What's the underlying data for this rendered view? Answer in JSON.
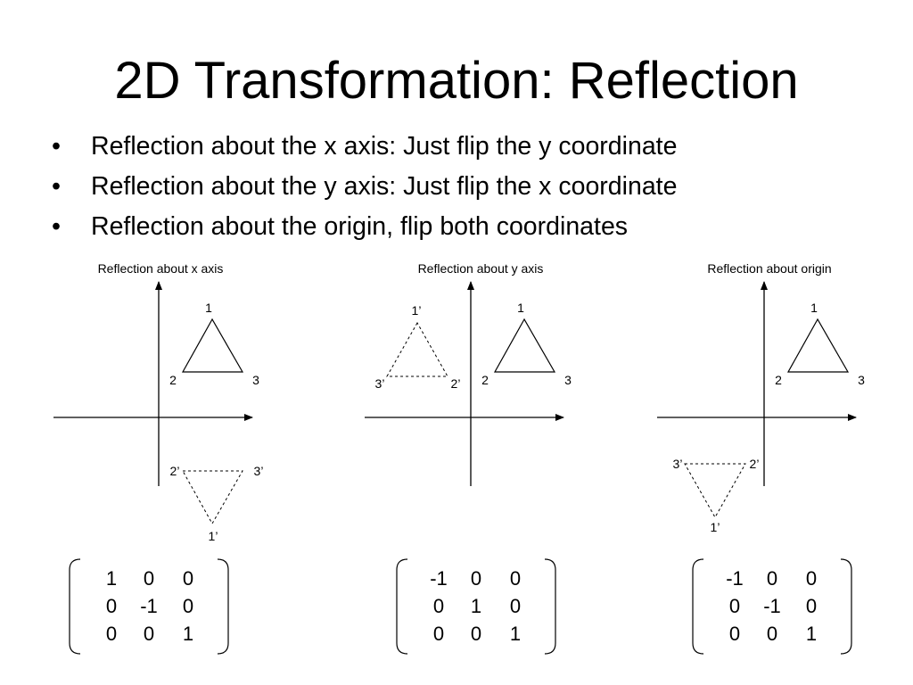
{
  "title": "2D Transformation: Reflection",
  "bullets": [
    "Reflection about the x axis: Just flip the y coordinate",
    "Reflection about the y axis: Just flip the x coordinate",
    "Reflection about the origin, flip both coordinates"
  ],
  "bullet_char": "•",
  "panels": [
    {
      "caption": "Reflection about x axis",
      "orig_labels": [
        "1",
        "2",
        "3"
      ],
      "refl_labels": [
        "1’",
        "2’",
        "3’"
      ],
      "matrix": [
        [
          "1",
          "0",
          "0"
        ],
        [
          "0",
          "-1",
          "0"
        ],
        [
          "0",
          "0",
          "1"
        ]
      ]
    },
    {
      "caption": "Reflection about y axis",
      "orig_labels": [
        "1",
        "2",
        "3"
      ],
      "refl_labels": [
        "1’",
        "2’",
        "3’"
      ],
      "matrix": [
        [
          "-1",
          "0",
          "0"
        ],
        [
          "0",
          "1",
          "0"
        ],
        [
          "0",
          "0",
          "1"
        ]
      ]
    },
    {
      "caption": "Reflection about origin",
      "orig_labels": [
        "1",
        "2",
        "3"
      ],
      "refl_labels": [
        "1’",
        "2’",
        "3’"
      ],
      "matrix": [
        [
          "-1",
          "0",
          "0"
        ],
        [
          "0",
          "-1",
          "0"
        ],
        [
          "0",
          "0",
          "1"
        ]
      ]
    }
  ]
}
